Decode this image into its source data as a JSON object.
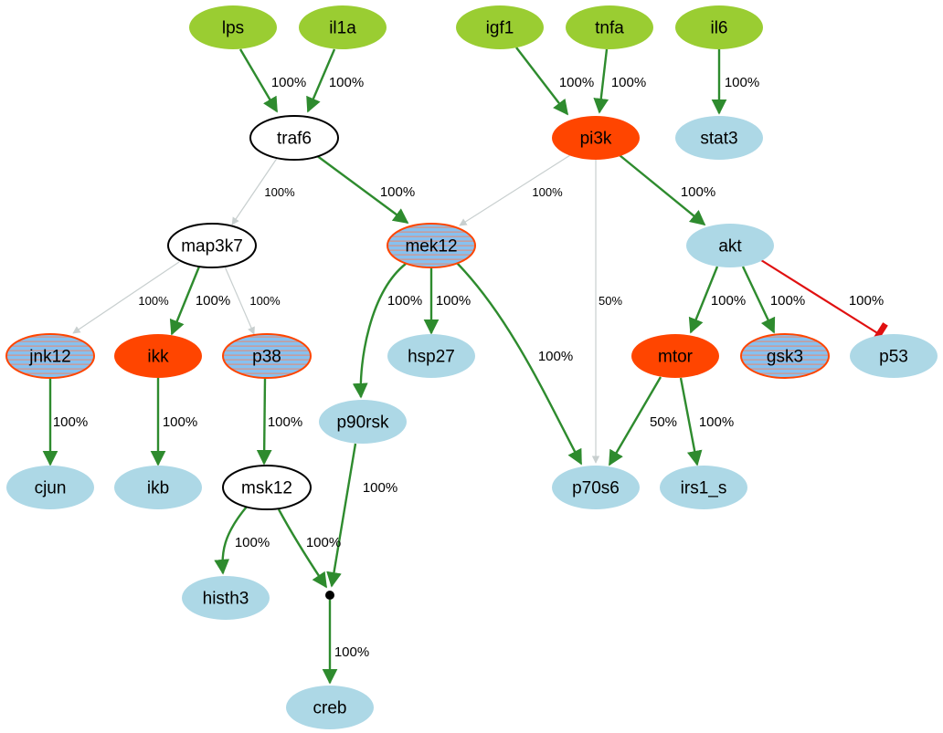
{
  "colors": {
    "stimulus": "#9acd32",
    "inhibitor": "#ff4500",
    "readout": "#add8e6",
    "measured_perturbed": "#87c1f0",
    "stripe": "#d2958c",
    "active_edge": "#2e8b2e",
    "inactive_edge": "#c8cfcf",
    "inhibition_edge": "#e01010",
    "plain_border": "#000000"
  },
  "nodes": [
    {
      "id": "lps",
      "label": "lps",
      "kind": "stimulus"
    },
    {
      "id": "il1a",
      "label": "il1a",
      "kind": "stimulus"
    },
    {
      "id": "igf1",
      "label": "igf1",
      "kind": "stimulus"
    },
    {
      "id": "tnfa",
      "label": "tnfa",
      "kind": "stimulus"
    },
    {
      "id": "il6",
      "label": "il6",
      "kind": "stimulus"
    },
    {
      "id": "traf6",
      "label": "traf6",
      "kind": "plain"
    },
    {
      "id": "pi3k",
      "label": "pi3k",
      "kind": "inhibitor"
    },
    {
      "id": "stat3",
      "label": "stat3",
      "kind": "readout"
    },
    {
      "id": "map3k7",
      "label": "map3k7",
      "kind": "plain"
    },
    {
      "id": "mek12",
      "label": "mek12",
      "kind": "measured_perturbed"
    },
    {
      "id": "akt",
      "label": "akt",
      "kind": "readout"
    },
    {
      "id": "jnk12",
      "label": "jnk12",
      "kind": "measured_perturbed"
    },
    {
      "id": "ikk",
      "label": "ikk",
      "kind": "inhibitor"
    },
    {
      "id": "p38",
      "label": "p38",
      "kind": "measured_perturbed"
    },
    {
      "id": "hsp27",
      "label": "hsp27",
      "kind": "readout"
    },
    {
      "id": "mtor",
      "label": "mtor",
      "kind": "inhibitor"
    },
    {
      "id": "gsk3",
      "label": "gsk3",
      "kind": "measured_perturbed"
    },
    {
      "id": "p53",
      "label": "p53",
      "kind": "readout"
    },
    {
      "id": "p90rsk",
      "label": "p90rsk",
      "kind": "readout"
    },
    {
      "id": "cjun",
      "label": "cjun",
      "kind": "readout"
    },
    {
      "id": "ikb",
      "label": "ikb",
      "kind": "readout"
    },
    {
      "id": "msk12",
      "label": "msk12",
      "kind": "plain"
    },
    {
      "id": "p70s6",
      "label": "p70s6",
      "kind": "readout"
    },
    {
      "id": "irs1_s",
      "label": "irs1_s",
      "kind": "readout"
    },
    {
      "id": "histh3",
      "label": "histh3",
      "kind": "readout"
    },
    {
      "id": "creb",
      "label": "creb",
      "kind": "readout"
    }
  ],
  "edges": [
    {
      "id": "lps-traf6",
      "label": "100%",
      "style": "active"
    },
    {
      "id": "il1a-traf6",
      "label": "100%",
      "style": "active"
    },
    {
      "id": "igf1-pi3k",
      "label": "100%",
      "style": "active"
    },
    {
      "id": "tnfa-pi3k",
      "label": "100%",
      "style": "active"
    },
    {
      "id": "il6-stat3",
      "label": "100%",
      "style": "active"
    },
    {
      "id": "traf6-map3k7",
      "label": "100%",
      "style": "inactive"
    },
    {
      "id": "traf6-mek12",
      "label": "100%",
      "style": "active"
    },
    {
      "id": "pi3k-mek12",
      "label": "100%",
      "style": "inactive"
    },
    {
      "id": "pi3k-akt",
      "label": "100%",
      "style": "active"
    },
    {
      "id": "pi3k-p70s6",
      "label": "50%",
      "style": "inactive"
    },
    {
      "id": "map3k7-jnk12",
      "label": "100%",
      "style": "inactive"
    },
    {
      "id": "map3k7-ikk",
      "label": "100%",
      "style": "active"
    },
    {
      "id": "map3k7-p38",
      "label": "100%",
      "style": "inactive"
    },
    {
      "id": "mek12-p90rsk",
      "label": "100%",
      "style": "active"
    },
    {
      "id": "mek12-hsp27",
      "label": "100%",
      "style": "active"
    },
    {
      "id": "mek12-p70s6",
      "label": "100%",
      "style": "active"
    },
    {
      "id": "akt-mtor",
      "label": "100%",
      "style": "active"
    },
    {
      "id": "akt-gsk3",
      "label": "100%",
      "style": "active"
    },
    {
      "id": "akt-p53",
      "label": "100%",
      "style": "inhibition"
    },
    {
      "id": "jnk12-cjun",
      "label": "100%",
      "style": "active"
    },
    {
      "id": "ikk-ikb",
      "label": "100%",
      "style": "active"
    },
    {
      "id": "p38-msk12",
      "label": "100%",
      "style": "active"
    },
    {
      "id": "p90rsk-and",
      "label": "100%",
      "style": "active"
    },
    {
      "id": "msk12-histh3",
      "label": "100%",
      "style": "active"
    },
    {
      "id": "msk12-and",
      "label": "100%",
      "style": "active"
    },
    {
      "id": "mtor-p70s6",
      "label": "50%",
      "style": "active"
    },
    {
      "id": "mtor-irs1_s",
      "label": "100%",
      "style": "active"
    },
    {
      "id": "and-creb",
      "label": "100%",
      "style": "active"
    }
  ]
}
